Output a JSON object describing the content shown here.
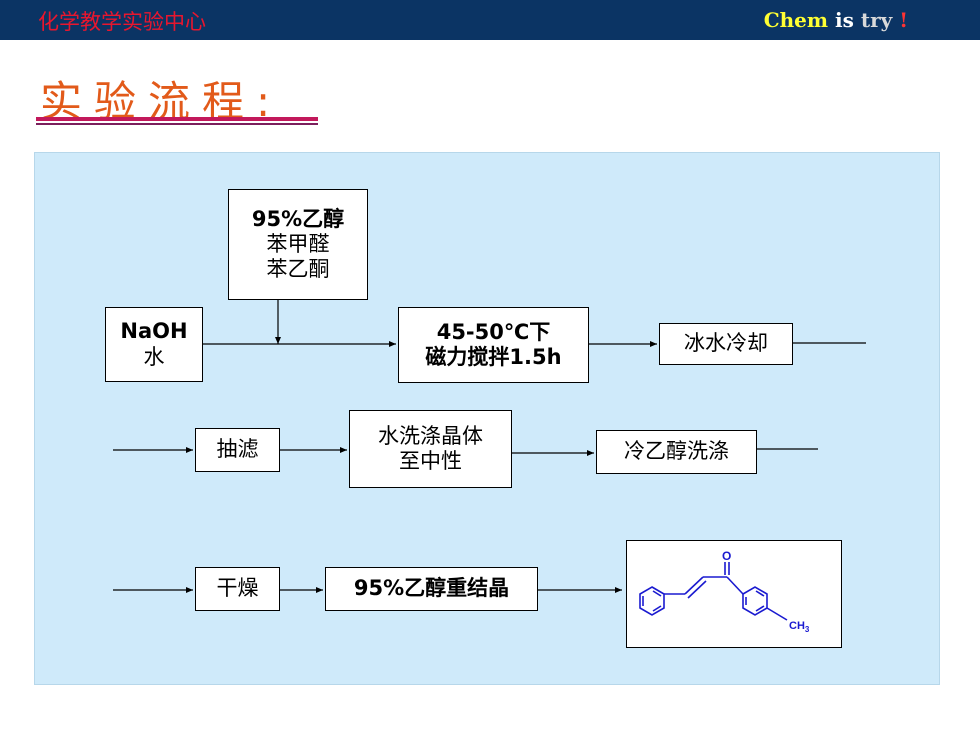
{
  "header": {
    "left_title": "化学教学实验中心",
    "slogan": {
      "part1": "Chem",
      "part2": "is",
      "part3": "try",
      "part4": "!"
    }
  },
  "title": "实验流程:",
  "flow": {
    "reagents": {
      "line1": "95%乙醇",
      "line2": "苯甲醛",
      "line3": "苯乙酮"
    },
    "base": {
      "line1": "NaOH",
      "line2": "水"
    },
    "reaction": {
      "line1": "45-50℃下",
      "line2": "磁力搅拌1.5h"
    },
    "cool": "冰水冷却",
    "filter": "抽滤",
    "wash_water": {
      "line1": "水洗涤晶体",
      "line2": "至中性"
    },
    "wash_ethanol": "冷乙醇洗涤",
    "dry": "干燥",
    "recrystallize": "95%乙醇重结晶"
  },
  "structure": {
    "oxygen_label": "O",
    "methyl_label": "CH",
    "methyl_sub": "3"
  },
  "colors": {
    "header_bg": "#0b3464",
    "header_left": "#e8162e",
    "title": "#e25a1a",
    "panel_bg": "#cfeafa",
    "molecule": "#1a1ad0"
  }
}
